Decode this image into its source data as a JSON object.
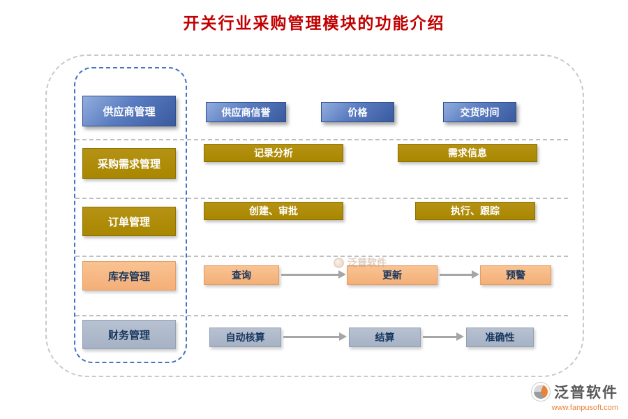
{
  "title": "开关行业采购管理模块的功能介绍",
  "rows": [
    {
      "category": "供应商管理",
      "items": [
        "供应商信誉",
        "价格",
        "交货时间"
      ]
    },
    {
      "category": "采购需求管理",
      "items": [
        "记录分析",
        "需求信息"
      ]
    },
    {
      "category": "订单管理",
      "items": [
        "创建、审批",
        "执行、跟踪"
      ]
    },
    {
      "category": "库存管理",
      "items": [
        "查询",
        "更新",
        "预警"
      ]
    },
    {
      "category": "财务管理",
      "items": [
        "自动核算",
        "结算",
        "准确性"
      ]
    }
  ],
  "watermark": {
    "text": "泛普软件"
  },
  "footer": {
    "brand": "泛普软件",
    "url": "www.fanpusoft.com"
  },
  "colors": {
    "title_red": "#c00000",
    "supplier_blue": "#4a6db8",
    "demand_gold": "#a98700",
    "inventory_orange": "#f6b885",
    "finance_gray": "#aeb9ca",
    "frame_gray_dashed": "#c9c9c9",
    "frame_blue_dashed": "#4472c4",
    "arrow_gray": "#a6a6a6",
    "brand_orange": "#e8833a"
  }
}
